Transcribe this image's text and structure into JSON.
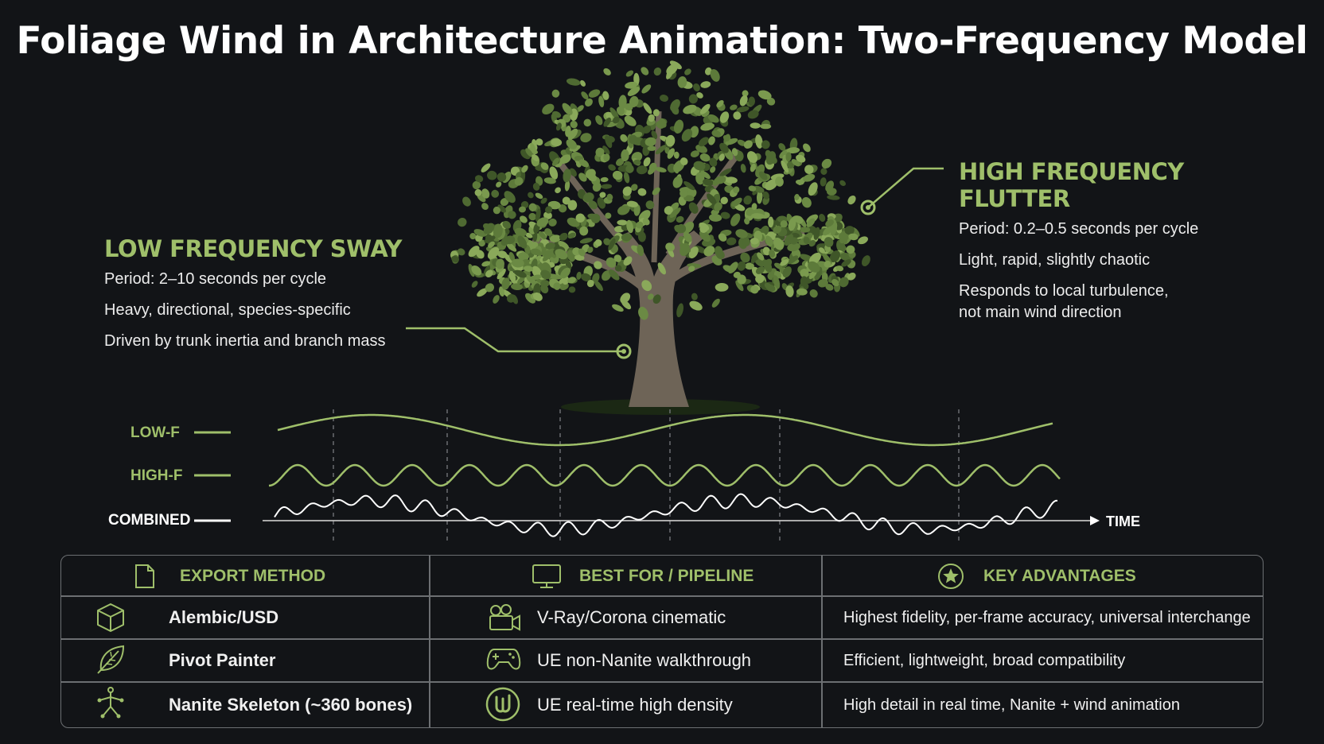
{
  "title": "Foliage Wind in Architecture Animation: Two-Frequency Model",
  "low_frequency": {
    "heading": "LOW FREQUENCY SWAY",
    "lines": [
      "Period: 2–10 seconds per cycle",
      "Heavy, directional, species-specific",
      "Driven by trunk inertia and branch mass"
    ]
  },
  "high_frequency": {
    "heading": "HIGH FREQUENCY FLUTTER",
    "lines": [
      "Period: 0.2–0.5 seconds per cycle",
      "Light, rapid, slightly chaotic",
      "Responds to local turbulence,\nnot main wind direction"
    ]
  },
  "waves": {
    "low_label": "LOW-F",
    "high_label": "HIGH-F",
    "combined_label": "COMBINED",
    "axis_label": "TIME"
  },
  "colors": {
    "accent": "#9fbf6a",
    "background": "#121417",
    "border": "#6c6f72"
  },
  "table": {
    "headers": [
      {
        "label": "EXPORT METHOD",
        "icon": "document-icon"
      },
      {
        "label": "BEST FOR / PIPELINE",
        "icon": "monitor-icon"
      },
      {
        "label": "KEY ADVANTAGES",
        "icon": "star-badge-icon"
      }
    ],
    "rows": [
      {
        "method": "Alembic/USD",
        "method_icon": "cube-icon",
        "pipeline": "V-Ray/Corona cinematic",
        "pipeline_icon": "movie-camera-icon",
        "advantages": "Highest fidelity, per-frame accuracy, universal interchange"
      },
      {
        "method": "Pivot Painter",
        "method_icon": "leaf-icon",
        "pipeline": "UE non-Nanite walkthrough",
        "pipeline_icon": "gamepad-icon",
        "advantages": "Efficient, lightweight, broad compatibility"
      },
      {
        "method": "Nanite Skeleton (~360 bones)",
        "method_icon": "skeleton-icon",
        "pipeline": "UE real-time high density",
        "pipeline_icon": "unreal-logo-icon",
        "advantages": "High detail in real time, Nanite + wind animation"
      }
    ]
  }
}
